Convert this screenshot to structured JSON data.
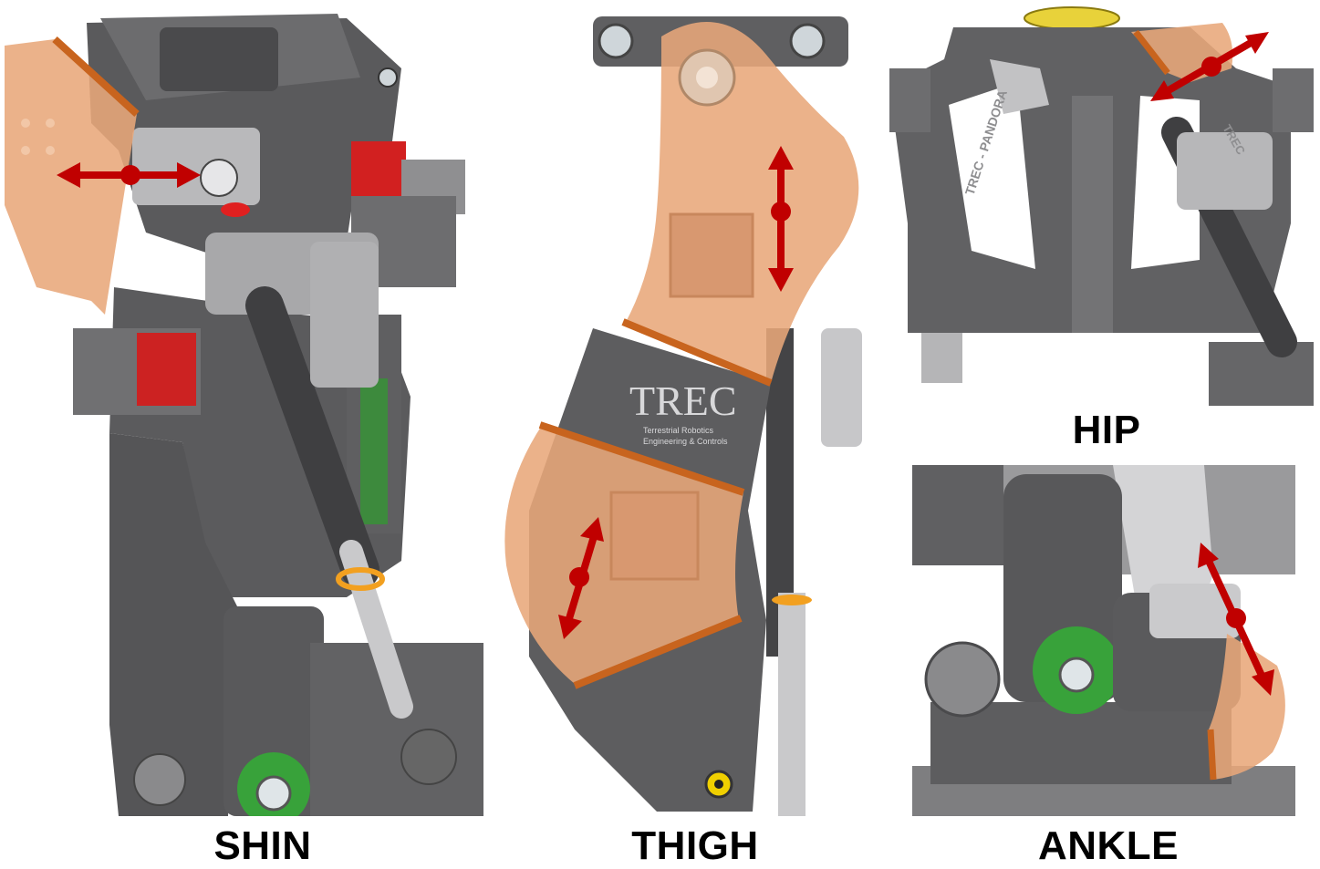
{
  "captions": {
    "shin": "SHIN",
    "thigh": "THIGH",
    "hip": "HIP",
    "ankle": "ANKLE"
  },
  "thigh_logo": {
    "mark": "TREC",
    "line1": "Terrestrial Robotics",
    "line2": "Engineering & Controls"
  },
  "hip_labels": {
    "side_left": "TREC - PANDORA",
    "side_right": "TREC"
  },
  "colors": {
    "metal_dark": "#4d4d4f",
    "metal_mid": "#6b6b6d",
    "metal_light": "#a9a9ab",
    "orange_overlay": "#e8a77a",
    "orange_line": "#c8641e",
    "arrow_red": "#c00000",
    "relay_red": "#d22020",
    "pcb_green": "#3aa43a"
  }
}
